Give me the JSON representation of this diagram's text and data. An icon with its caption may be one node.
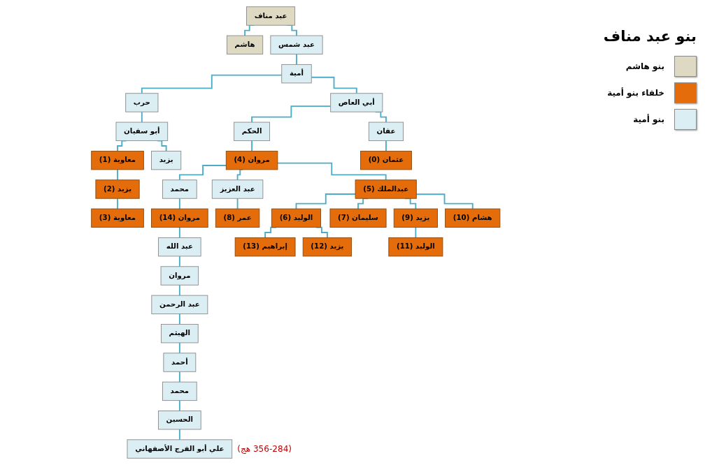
{
  "diagram": {
    "title": "بنو عبد مناف",
    "nodes": [
      {
        "text": [
          "عبد مناف"
        ]
      },
      {
        "text": [
          "هاشم"
        ]
      },
      {
        "text": [
          "عبد شمس"
        ]
      },
      {
        "text": [
          "أمية"
        ]
      },
      {
        "text": [
          "حرب"
        ]
      },
      {
        "text": [
          "أبي العاص"
        ]
      },
      {
        "text": [
          "أبو سفيان"
        ]
      },
      {
        "text": [
          "الحكم"
        ]
      },
      {
        "text": [
          "عفان"
        ]
      },
      {
        "text": [
          "معاوية (1)"
        ]
      },
      {
        "text": [
          "يزيد"
        ]
      },
      {
        "text": [
          "مروان (4)"
        ]
      },
      {
        "text": [
          "عثمان (0)"
        ]
      },
      {
        "text": [
          "يزيد (2)"
        ]
      },
      {
        "text": [
          "محمد"
        ]
      },
      {
        "text": [
          "عبد العزيز"
        ]
      },
      {
        "text": [
          "عبدالملك (5)"
        ]
      },
      {
        "text": [
          "معاوية (3)"
        ]
      },
      {
        "text": [
          "مروان (14)"
        ]
      },
      {
        "text": [
          "عمر (8)"
        ]
      },
      {
        "text": [
          "الوليد (6)"
        ]
      },
      {
        "text": [
          "سليمان (7)"
        ]
      },
      {
        "text": [
          "يزيد (9)"
        ]
      },
      {
        "text": [
          "هشام (10)"
        ]
      },
      {
        "text": [
          "عبد الله"
        ]
      },
      {
        "text": [
          "إبراهيم (13)"
        ]
      },
      {
        "text": [
          "يزيد (12)"
        ]
      },
      {
        "text": [
          "الوليد (11)"
        ]
      },
      {
        "text": [
          "مروان"
        ]
      },
      {
        "text": [
          "عبد الرحمن"
        ]
      },
      {
        "text": [
          "الهيثم"
        ]
      },
      {
        "text": [
          "أحمد"
        ]
      },
      {
        "text": [
          "محمد"
        ]
      },
      {
        "text": [
          "الحسين"
        ]
      },
      {
        "text": [
          "علي أبو الفرج الأصفهاني"
        ],
        "beside": [
          "(356-284 هج)"
        ]
      }
    ],
    "edges": [
      {
        "from": 0,
        "to": 1,
        "arrow": "none"
      },
      {
        "from": 0,
        "to": 2,
        "arrow": "none"
      },
      {
        "from": 2,
        "to": 3,
        "arrow": "none"
      },
      {
        "from": 3,
        "to": 4,
        "arrow": "none"
      },
      {
        "from": 3,
        "to": 5,
        "arrow": "none"
      },
      {
        "from": 4,
        "to": 6,
        "arrow": "none"
      },
      {
        "from": 5,
        "to": 7,
        "arrow": "none"
      },
      {
        "from": 5,
        "to": 8,
        "arrow": "none"
      },
      {
        "from": 6,
        "to": 9,
        "arrow": "none"
      },
      {
        "from": 6,
        "to": 10,
        "arrow": "none"
      },
      {
        "from": 7,
        "to": 11,
        "arrow": "none"
      },
      {
        "from": 8,
        "to": 12,
        "arrow": "none"
      },
      {
        "from": 9,
        "to": 13,
        "arrow": "none"
      },
      {
        "from": 11,
        "to": 14,
        "arrow": "none"
      },
      {
        "from": 11,
        "to": 15,
        "arrow": "none"
      },
      {
        "from": 11,
        "to": 16,
        "arrow": "none"
      },
      {
        "from": 13,
        "to": 17,
        "arrow": "none"
      },
      {
        "from": 14,
        "to": 18,
        "arrow": "none"
      },
      {
        "from": 15,
        "to": 19,
        "arrow": "none"
      },
      {
        "from": 16,
        "to": 20,
        "arrow": "none"
      },
      {
        "from": 16,
        "to": 21,
        "arrow": "none"
      },
      {
        "from": 16,
        "to": 22,
        "arrow": "none"
      },
      {
        "from": 16,
        "to": 23,
        "arrow": "none"
      },
      {
        "from": 18,
        "to": 24,
        "arrow": "none"
      },
      {
        "from": 20,
        "to": 25,
        "arrow": "none"
      },
      {
        "from": 20,
        "to": 26,
        "arrow": "none"
      },
      {
        "from": 22,
        "to": 27,
        "arrow": "none"
      },
      {
        "from": 24,
        "to": 28,
        "arrow": "none"
      },
      {
        "from": 28,
        "to": 29,
        "arrow": "none"
      },
      {
        "from": 29,
        "to": 30,
        "arrow": "none"
      },
      {
        "from": 30,
        "to": 31,
        "arrow": "none"
      },
      {
        "from": 31,
        "to": 32,
        "arrow": "none"
      },
      {
        "from": 32,
        "to": 33,
        "arrow": "none"
      },
      {
        "from": 33,
        "to": 34,
        "arrow": "none"
      }
    ],
    "legend": [
      {
        "text": "بنو هاشم",
        "color": "#ddd9c3"
      },
      {
        "text": "خلفاء بنو أمية",
        "color": "#e46c0a"
      },
      {
        "text": "بنو أمية",
        "color": "#daeef3"
      }
    ]
  }
}
